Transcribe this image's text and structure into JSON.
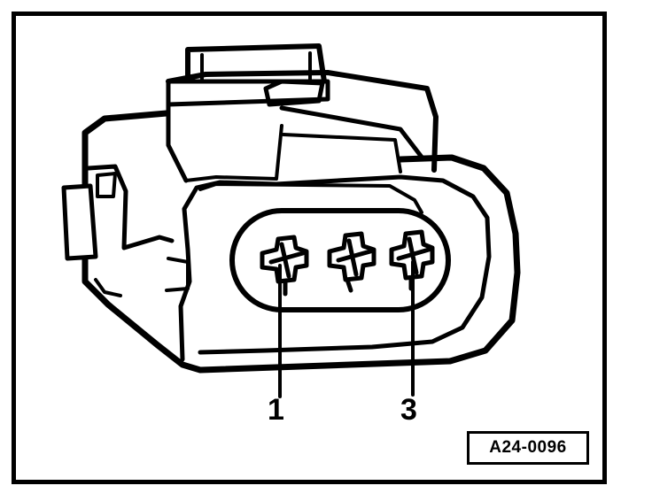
{
  "diagram": {
    "pin_labels": [
      "1",
      "3"
    ],
    "reference_code": "A24-0096"
  }
}
